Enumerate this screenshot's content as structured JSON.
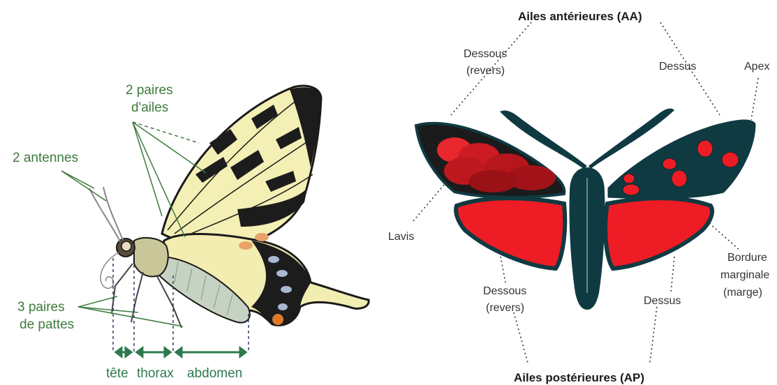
{
  "left": {
    "wings_label": [
      "2 paires",
      "d'ailes"
    ],
    "antennae_label": "2 antennes",
    "legs_label": [
      "3 paires",
      "de pattes"
    ],
    "segments": {
      "head": "tête",
      "thorax": "thorax",
      "abdomen": "abdomen"
    }
  },
  "right": {
    "forewings_title": "Ailes antérieures (AA)",
    "hindwings_title": "Ailes postérieures (AP)",
    "underside_top": [
      "Dessous",
      "(revers)"
    ],
    "upperside_top": "Dessus",
    "apex": "Apex",
    "lavis": "Lavis",
    "border": [
      "Bordure",
      "marginale",
      "(marge)"
    ],
    "underside_bottom": [
      "Dessous",
      "(revers)"
    ],
    "upperside_bottom": "Dessus"
  },
  "colors": {
    "label_green": "#3d7a3d",
    "moth_body": "#0f3a42",
    "moth_red": "#ee1c24",
    "swallowtail_yellow": "#f4efb4"
  }
}
